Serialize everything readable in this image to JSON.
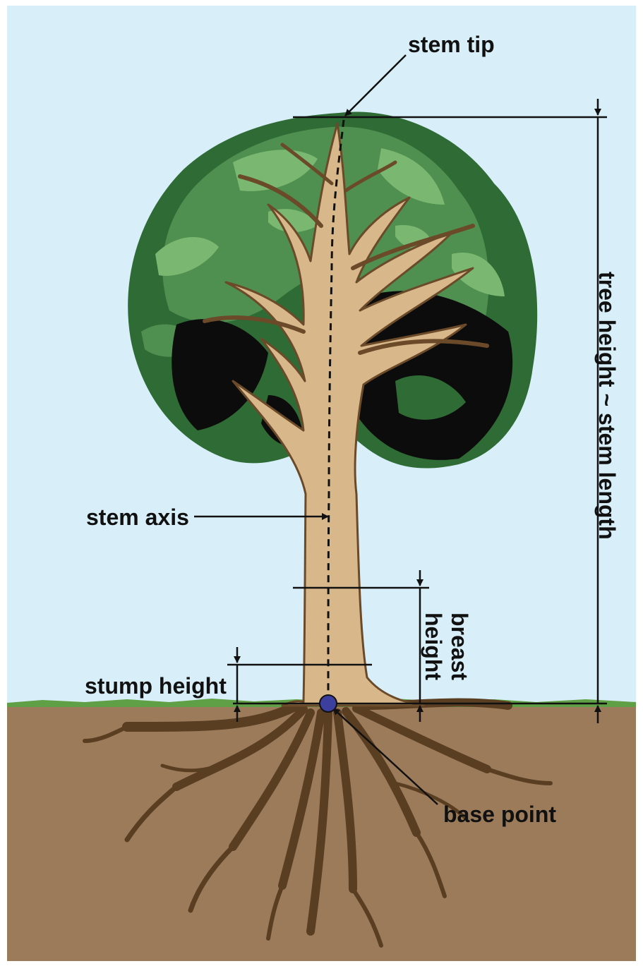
{
  "labels": {
    "stem_tip": "stem tip",
    "tree_height": "tree height ~ stem length",
    "stem_axis": "stem axis",
    "breast_height_line1": "breast",
    "breast_height_line2": "height",
    "stump_height": "stump height",
    "base_point": "base point"
  },
  "colors": {
    "sky": "#d8eef8",
    "soil": "#9b7b5a",
    "grass": "#5fa046",
    "trunk": "#d8b88a",
    "bark_outline": "#6b4a2a",
    "roots": "#5a3e22",
    "foliage_dark": "#2f6b35",
    "foliage_mid": "#4f8f4f",
    "foliage_light": "#7ab872",
    "shadow": "#0c0c0c",
    "base_point": "#3c3f9e",
    "line": "#111111"
  }
}
